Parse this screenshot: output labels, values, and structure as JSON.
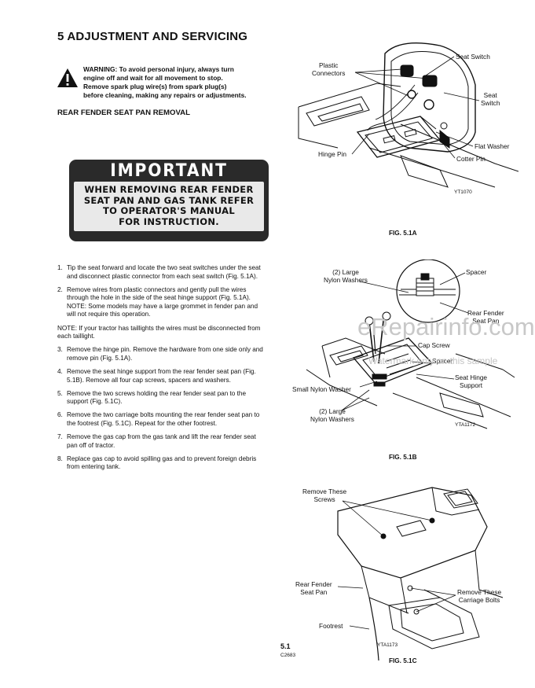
{
  "header": {
    "title": "5 ADJUSTMENT AND SERVICING"
  },
  "warning": {
    "text": "WARNING: To avoid personal injury, always turn engine off and wait for all movement to stop. Remove spark plug wire(s) from spark plug(s) before cleaning, making any repairs or adjustments."
  },
  "section": {
    "heading": "REAR FENDER SEAT PAN REMOVAL"
  },
  "important": {
    "title": "IMPORTANT",
    "lines": [
      "WHEN REMOVING REAR FENDER",
      "SEAT PAN AND GAS TANK REFER",
      "TO OPERATOR'S MANUAL",
      "FOR INSTRUCTION."
    ]
  },
  "steps": [
    {
      "n": "1.",
      "text": "Tip the seat forward and locate the two seat switches under the seat and disconnect plastic connector from each seat switch (Fig. 5.1A)."
    },
    {
      "n": "2.",
      "text": "Remove wires from plastic connectors and gently pull the wires through the hole in the side of the seat hinge support (Fig. 5.1A). NOTE: Some models may have a large grommet in fender pan and will not require this operation."
    },
    {
      "n": "",
      "text": "NOTE: If your tractor has taillights the wires must be disconnected from each taillight."
    },
    {
      "n": "3.",
      "text": "Remove the hinge pin. Remove the hardware from one side only and remove pin (Fig. 5.1A)."
    },
    {
      "n": "4.",
      "text": "Remove the seat hinge support from the rear fender seat pan (Fig. 5.1B). Remove all four cap screws, spacers and washers."
    },
    {
      "n": "5.",
      "text": "Remove the two screws holding the rear fender seat pan to the support (Fig. 5.1C)."
    },
    {
      "n": "6.",
      "text": "Remove the two carriage bolts mounting the rear fender seat pan to the footrest (Fig. 5.1C). Repeat for the other footrest."
    },
    {
      "n": "7.",
      "text": "Remove the gas cap from the gas tank and lift the rear fender seat pan off of tractor."
    },
    {
      "n": "8.",
      "text": "Replace gas cap to avoid spilling gas and to prevent foreign debris from entering tank."
    }
  ],
  "fig_a": {
    "caption": "FIG. 5.1A",
    "code": "YT1070",
    "labels": {
      "plastic_connectors": "Plastic\nConnectors",
      "seat_switch_top": "Seat Switch",
      "seat_switch_right": "Seat\nSwitch",
      "flat_washer": "Flat Washer",
      "hinge_pin": "Hinge Pin",
      "cotter_pin": "Cotter Pin"
    }
  },
  "fig_b": {
    "caption": "FIG. 5.1B",
    "code": "YTA1172",
    "labels": {
      "large_nylon_top": "(2) Large\nNylon Washers",
      "spacer_top": "Spacer",
      "rear_fender": "Rear Fender\nSeat Pan",
      "cap_screw": "Cap Screw",
      "spacer_mid": "Spacer",
      "seat_hinge": "Seat Hinge\nSupport",
      "small_nylon": "Small Nylon Washer",
      "large_nylon_bottom": "(2) Large\nNylon Washers"
    }
  },
  "fig_c": {
    "caption": "FIG. 5.1C",
    "code": "YTA1173",
    "labels": {
      "remove_screws": "Remove These\nScrews",
      "rear_fender": "Rear Fender\nSeat Pan",
      "remove_bolts": "Remove These\nCarriage Bolts",
      "footrest": "Footrest"
    }
  },
  "watermark": {
    "main": "eRepairinfo.com",
    "sub": "Watermark only on this sample"
  },
  "footer": {
    "page": "5.1",
    "code": "C2683"
  },
  "colors": {
    "ink": "#111111",
    "plate": "#2a2a2a",
    "watermark": "#c8c8c8"
  }
}
